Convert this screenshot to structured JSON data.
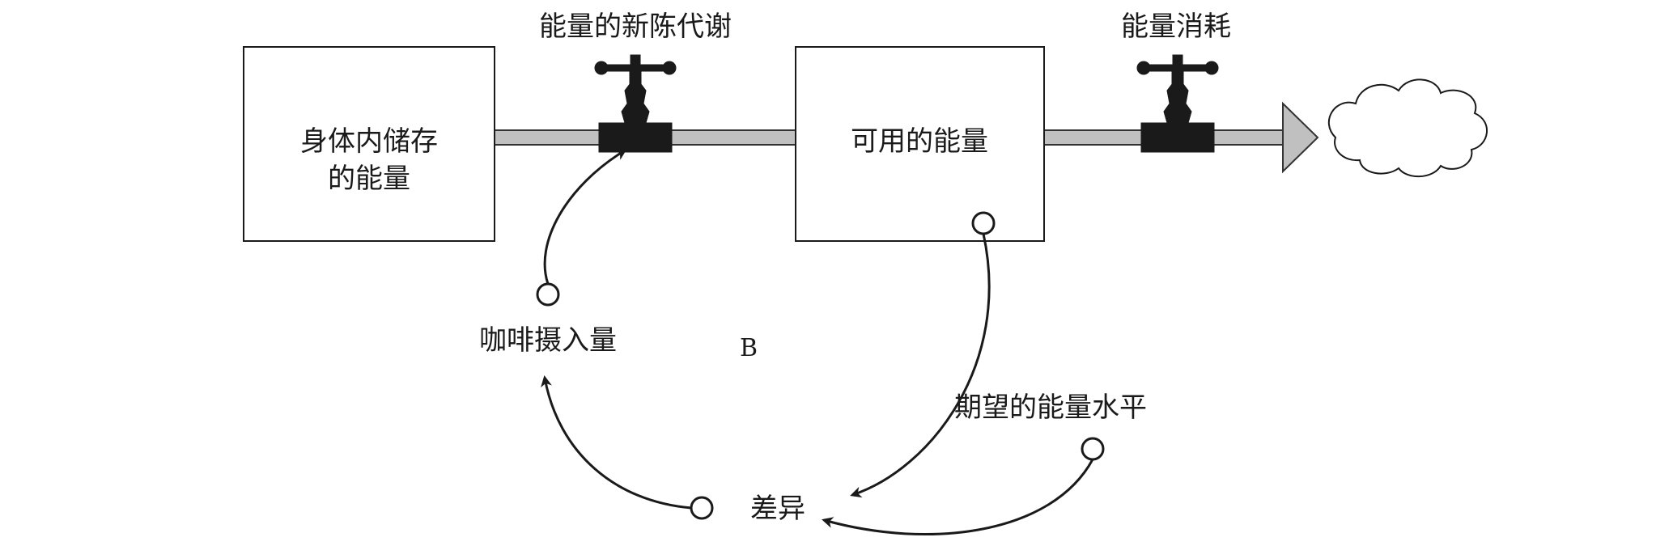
{
  "stocks": {
    "stored_energy": {
      "line1": "身体内储存",
      "line2": "的能量"
    },
    "available_energy": {
      "label": "可用的能量"
    }
  },
  "flows": {
    "metabolism": {
      "label": "能量的新陈代谢"
    },
    "consumption": {
      "label": "能量消耗"
    }
  },
  "variables": {
    "coffee_intake": "咖啡摄入量",
    "desired_energy": "期望的能量水平",
    "difference": "差异"
  },
  "loop": {
    "label": "B"
  },
  "colors": {
    "pipe_fill": "#c0c0c0",
    "ink": "#1a1a1a",
    "background": "#ffffff"
  },
  "icons": [
    "valve-icon",
    "cloud-icon",
    "arrowhead-icon",
    "connector-circle-icon"
  ]
}
